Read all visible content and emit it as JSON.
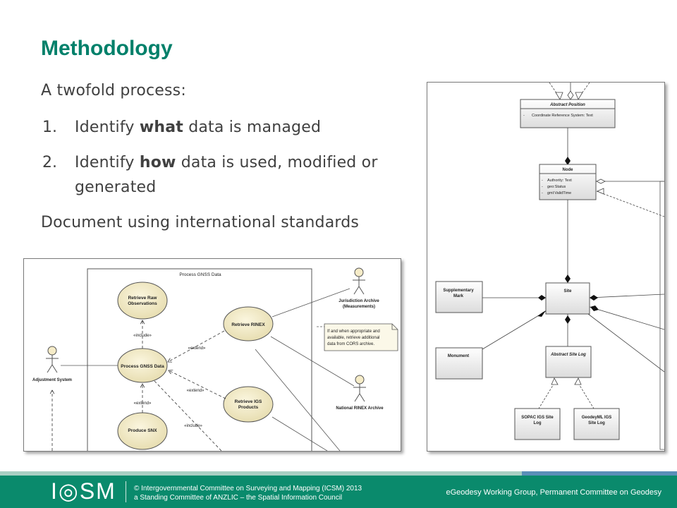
{
  "slide": {
    "title": "Methodology",
    "intro": "A twofold process:",
    "items": [
      {
        "number": "1.",
        "before": "Identify ",
        "bold": "what",
        "after": " data is managed"
      },
      {
        "number": "2.",
        "before": "Identify ",
        "bold": "how",
        "after": " data is used, modified or",
        "continuation": "generated"
      }
    ],
    "closing": "Document using international standards"
  },
  "use_case_diagram": {
    "frame_title": "Process GNSS Data",
    "actors": {
      "adjustment": "Adjustment System",
      "jurisdiction_line1": "Jurisdiction Archive",
      "jurisdiction_line2": "(Measurements)",
      "national": "National RINEX Archive"
    },
    "use_cases": {
      "retrieve_raw_1": "Retrieve Raw",
      "retrieve_raw_2": "Observations",
      "process": "Process GNSS Data",
      "produce_snx": "Produce SNX",
      "retrieve_rinex": "Retrieve RINEX",
      "retrieve_igs_1": "Retrieve IGS",
      "retrieve_igs_2": "Products"
    },
    "stereotypes": {
      "include_1": "«include»",
      "extend_1": "«extend»",
      "extend_2": "«extend»",
      "extend_3": "«extend»",
      "include_2": "«include»"
    },
    "note": [
      "If and when appropriate and",
      "available, retrieve additional",
      "data from CORS archive."
    ]
  },
  "class_diagram": {
    "abstract_position": {
      "name": "Abstract Position",
      "attr": "Coordinate Reference System: Text"
    },
    "node": {
      "name": "Node",
      "attrs": [
        "Authority: Text",
        "geo:Status",
        "gml:ValidTime"
      ]
    },
    "site": "Site",
    "supplementary_1": "Supplementary",
    "supplementary_2": "Mark",
    "monument": "Monument",
    "abstract_site_log": "Abstract Site Log",
    "sopac_1": "SOPAC IGS Site",
    "sopac_2": "Log",
    "geodeyml_1": "GeodeyML IGS",
    "geodeyml_2": "Site Log"
  },
  "footer": {
    "logo": "I◎SM",
    "copyright_line1": "© Intergovernmental Committee on Surveying and Mapping (ICSM) 2013",
    "copyright_line2": "a Standing Committee of ANZLIC – the Spatial Information Council",
    "right_text": "eGeodesy Working Group, Permanent Committee on Geodesy",
    "colors": {
      "band": "#0a8a6c",
      "strip": "#a9cfc3",
      "accent": "#5a8fb8",
      "title": "#00806a"
    }
  }
}
